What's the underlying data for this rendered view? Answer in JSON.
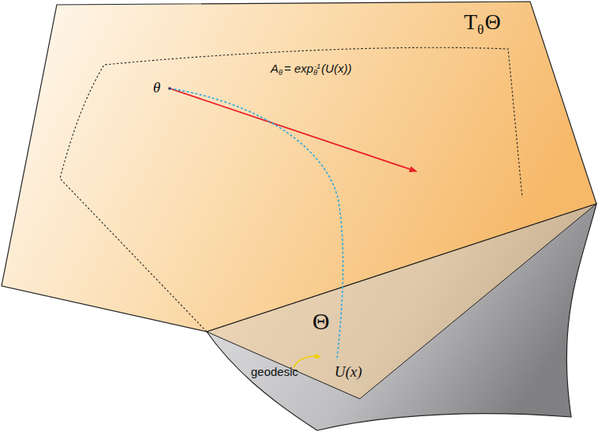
{
  "diagram": {
    "labels": [
      "T",
      "θ",
      "Θ",
      "θ",
      "A",
      "θ",
      "= exp",
      "θ",
      "-1",
      "(U(x))",
      "geodesic",
      "U(x)",
      "Θ"
    ]
  }
}
